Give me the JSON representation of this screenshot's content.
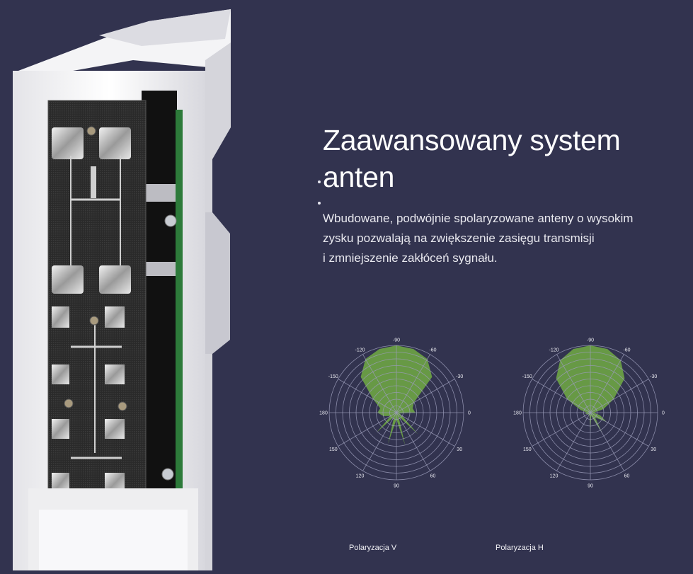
{
  "feature": {
    "title_line1": "Zaawansowany system",
    "title_line2": "anten",
    "description_line1": "Wbudowane, podwójnie spolaryzowane anteny o wysokim",
    "description_line2": "zysku pozwalają na zwiększenie zasięgu transmisji",
    "description_line3": "i zmniejszenie zakłóceń sygnału."
  },
  "product_image": {
    "label": "antenna-device-cutaway"
  },
  "colors": {
    "background": "#32334f",
    "pattern_fill": "#6a9f45",
    "grid": "#9a9bb8",
    "text": "#ffffff"
  },
  "charts": [
    {
      "caption": "Polaryzacja V"
    },
    {
      "caption": "Polaryzacja H"
    }
  ],
  "chart_data": [
    {
      "type": "polar",
      "title": "Polaryzacja V",
      "angle_ticks": [
        "-90",
        "-60",
        "-30",
        "0",
        "30",
        "60",
        "90",
        "120",
        "150",
        "180",
        "-150",
        "-120"
      ],
      "rings": 10,
      "series": [
        {
          "name": "Polaryzacja V",
          "theta": [
            -90,
            -75,
            -60,
            -45,
            -30,
            -15,
            0,
            15,
            30,
            45,
            60,
            75,
            90,
            105,
            120,
            135,
            150,
            165,
            180,
            -165,
            -150,
            -135,
            -120,
            -105
          ],
          "r": [
            10,
            9.8,
            9.2,
            7.5,
            3.0,
            2.5,
            2.8,
            0.5,
            1.0,
            4.5,
            0.6,
            5.0,
            1.0,
            4.8,
            0.7,
            4.2,
            1.0,
            2.0,
            2.8,
            2.5,
            4.0,
            7.5,
            9.2,
            9.8
          ]
        }
      ]
    },
    {
      "type": "polar",
      "title": "Polaryzacja H",
      "angle_ticks": [
        "-90",
        "-60",
        "-30",
        "0",
        "30",
        "60",
        "90",
        "120",
        "150",
        "180",
        "-150",
        "-120"
      ],
      "rings": 10,
      "series": [
        {
          "name": "Polaryzacja H",
          "theta": [
            -90,
            -75,
            -60,
            -45,
            -30,
            -15,
            0,
            15,
            30,
            45,
            60,
            75,
            90,
            105,
            120,
            135,
            150,
            165,
            180,
            -165,
            -150,
            -135,
            -120,
            -105
          ],
          "r": [
            10,
            9.8,
            9.0,
            7.2,
            4.0,
            2.0,
            0.5,
            1.5,
            2.8,
            1.0,
            3.6,
            0.5,
            3.0,
            0.5,
            0.4,
            0.4,
            0.4,
            0.8,
            0.5,
            1.5,
            4.0,
            7.2,
            9.0,
            9.8
          ]
        }
      ]
    }
  ]
}
